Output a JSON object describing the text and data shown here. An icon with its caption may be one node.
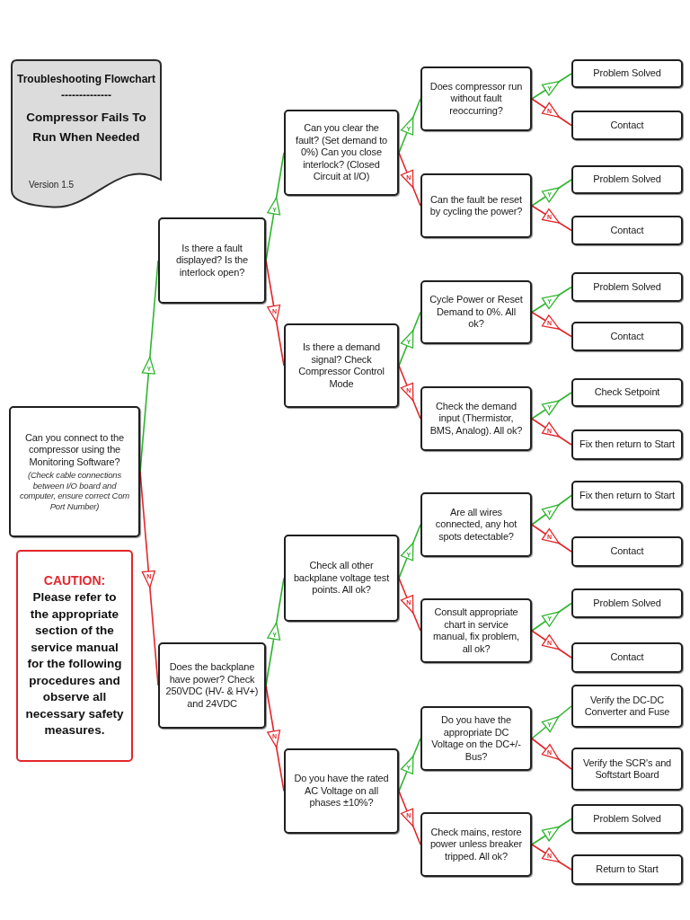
{
  "diagram": {
    "nodes": [
      {
        "text": [
          "Troubleshooting Flowchart",
          "--------------",
          "Compressor Fails To Run When Needed",
          "Version 1.5"
        ]
      },
      {
        "text": [
          "Can you connect to the compressor using the Monitoring Software?",
          "(Check cable connections between I/O board and computer, ensure correct Com Port Number)"
        ]
      },
      {
        "text": [
          "CAUTION:",
          "Please refer to the appropriate section of the service manual for the following procedures and observe all necessary safety measures."
        ]
      },
      {
        "text": [
          "Is there a fault displayed? Is the interlock open?"
        ]
      },
      {
        "text": [
          "Does the backplane have power? Check 250VDC (HV- & HV+) and 24VDC"
        ]
      },
      {
        "text": [
          "Can you clear the fault? (Set demand to 0%) Can you close interlock? (Closed Circuit at I/O)"
        ]
      },
      {
        "text": [
          "Is there a demand signal? Check Compressor Control Mode"
        ]
      },
      {
        "text": [
          "Check all other backplane voltage test points. All ok?"
        ]
      },
      {
        "text": [
          "Do you have the rated AC Voltage on all phases ±10%?"
        ]
      },
      {
        "text": [
          "Does compressor run without fault reoccurring?"
        ]
      },
      {
        "text": [
          "Can the fault be reset by cycling the power?"
        ]
      },
      {
        "text": [
          "Cycle Power or Reset Demand to 0%. All ok?"
        ]
      },
      {
        "text": [
          "Check the demand input (Thermistor, BMS, Analog). All ok?"
        ]
      },
      {
        "text": [
          "Are all wires connected, any hot spots detectable?"
        ]
      },
      {
        "text": [
          "Consult appropriate chart in service manual, fix problem, all ok?"
        ]
      },
      {
        "text": [
          "Do you have the appropriate DC Voltage on the DC+/- Bus?"
        ]
      },
      {
        "text": [
          "Check mains, restore power unless breaker tripped. All ok?"
        ]
      },
      {
        "text": [
          "Problem Solved"
        ]
      },
      {
        "text": [
          "Contact"
        ]
      },
      {
        "text": [
          "Problem Solved"
        ]
      },
      {
        "text": [
          "Contact"
        ]
      },
      {
        "text": [
          "Problem Solved"
        ]
      },
      {
        "text": [
          "Contact"
        ]
      },
      {
        "text": [
          "Check Setpoint"
        ]
      },
      {
        "text": [
          "Fix then return to Start"
        ]
      },
      {
        "text": [
          "Fix then return to Start"
        ]
      },
      {
        "text": [
          "Contact"
        ]
      },
      {
        "text": [
          "Problem Solved"
        ]
      },
      {
        "text": [
          "Contact"
        ]
      },
      {
        "text": [
          "Verify the DC-DC Converter and Fuse"
        ]
      },
      {
        "text": [
          "Verify the SCR's and Softstart Board"
        ]
      },
      {
        "text": [
          "Problem Solved"
        ]
      },
      {
        "text": [
          "Return to Start"
        ]
      }
    ],
    "edges": [
      {
        "from": 1,
        "to": 3,
        "arrow": "to",
        "label": "Y",
        "color": "#2fb52f"
      },
      {
        "from": 1,
        "to": 4,
        "arrow": "to",
        "label": "N",
        "color": "#e3262b"
      },
      {
        "from": 3,
        "to": 5,
        "arrow": "to",
        "label": "Y",
        "color": "#2fb52f"
      },
      {
        "from": 3,
        "to": 6,
        "arrow": "to",
        "label": "N",
        "color": "#e3262b"
      },
      {
        "from": 4,
        "to": 7,
        "arrow": "to",
        "label": "Y",
        "color": "#2fb52f"
      },
      {
        "from": 4,
        "to": 8,
        "arrow": "to",
        "label": "N",
        "color": "#e3262b"
      },
      {
        "from": 5,
        "to": 9,
        "arrow": "to",
        "label": "Y",
        "color": "#2fb52f"
      },
      {
        "from": 5,
        "to": 10,
        "arrow": "to",
        "label": "N",
        "color": "#e3262b"
      },
      {
        "from": 6,
        "to": 11,
        "arrow": "to",
        "label": "Y",
        "color": "#2fb52f"
      },
      {
        "from": 6,
        "to": 12,
        "arrow": "to",
        "label": "N",
        "color": "#e3262b"
      },
      {
        "from": 7,
        "to": 13,
        "arrow": "to",
        "label": "Y",
        "color": "#2fb52f"
      },
      {
        "from": 7,
        "to": 14,
        "arrow": "to",
        "label": "N",
        "color": "#e3262b"
      },
      {
        "from": 8,
        "to": 15,
        "arrow": "to",
        "label": "Y",
        "color": "#2fb52f"
      },
      {
        "from": 8,
        "to": 16,
        "arrow": "to",
        "label": "N",
        "color": "#e3262b"
      },
      {
        "from": 9,
        "to": 17,
        "arrow": "to",
        "label": "Y",
        "color": "#2fb52f"
      },
      {
        "from": 9,
        "to": 18,
        "arrow": "to",
        "label": "N",
        "color": "#e3262b"
      },
      {
        "from": 10,
        "to": 19,
        "arrow": "to",
        "label": "Y",
        "color": "#2fb52f"
      },
      {
        "from": 10,
        "to": 20,
        "arrow": "to",
        "label": "N",
        "color": "#e3262b"
      },
      {
        "from": 11,
        "to": 21,
        "arrow": "to",
        "label": "Y",
        "color": "#2fb52f"
      },
      {
        "from": 11,
        "to": 22,
        "arrow": "to",
        "label": "N",
        "color": "#e3262b"
      },
      {
        "from": 12,
        "to": 23,
        "arrow": "to",
        "label": "Y",
        "color": "#2fb52f"
      },
      {
        "from": 12,
        "to": 24,
        "arrow": "to",
        "label": "N",
        "color": "#e3262b"
      },
      {
        "from": 13,
        "to": 25,
        "arrow": "to",
        "label": "Y",
        "color": "#2fb52f"
      },
      {
        "from": 13,
        "to": 26,
        "arrow": "to",
        "label": "N",
        "color": "#e3262b"
      },
      {
        "from": 14,
        "to": 27,
        "arrow": "to",
        "label": "Y",
        "color": "#2fb52f"
      },
      {
        "from": 14,
        "to": 28,
        "arrow": "to",
        "label": "N",
        "color": "#e3262b"
      },
      {
        "from": 15,
        "to": 29,
        "arrow": "to",
        "label": "Y",
        "color": "#2fb52f"
      },
      {
        "from": 15,
        "to": 30,
        "arrow": "to",
        "label": "N",
        "color": "#e3262b"
      },
      {
        "from": 16,
        "to": 31,
        "arrow": "to",
        "label": "Y",
        "color": "#2fb52f"
      },
      {
        "from": 16,
        "to": 32,
        "arrow": "to",
        "label": "N",
        "color": "#e3262b"
      }
    ]
  }
}
